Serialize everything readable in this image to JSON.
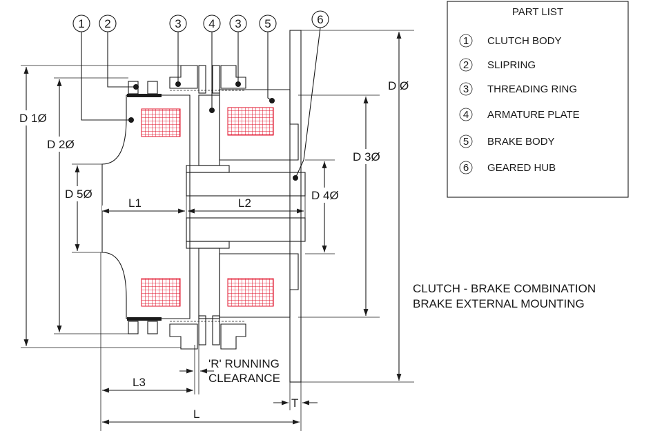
{
  "part_list": {
    "heading": "PART LIST",
    "items": [
      {
        "num": "1",
        "label": "CLUTCH BODY"
      },
      {
        "num": "2",
        "label": "SLIPRING"
      },
      {
        "num": "3",
        "label": "THREADING RING"
      },
      {
        "num": "4",
        "label": "ARMATURE PLATE"
      },
      {
        "num": "5",
        "label": "BRAKE BODY"
      },
      {
        "num": "6",
        "label": "GEARED HUB"
      }
    ]
  },
  "callouts": [
    "1",
    "2",
    "3",
    "4",
    "3",
    "5",
    "6"
  ],
  "dimensions": {
    "d": "D Ø",
    "d1": "D 1Ø",
    "d2": "D 2Ø",
    "d3": "D 3Ø",
    "d4": "D 4Ø",
    "d5": "D 5Ø",
    "l": "L",
    "l1": "L1",
    "l2": "L2",
    "l3": "L3",
    "t": "T"
  },
  "clearance_label": {
    "line1": "'R' RUNNING",
    "line2": "CLEARANCE"
  },
  "title": {
    "line1": "CLUTCH - BRAKE COMBINATION",
    "line2": "BRAKE EXTERNAL MOUNTING"
  },
  "colors": {
    "clutch_body": "#fff6b8",
    "clutch_hatch": "#e8c800",
    "coil": "#e0102a",
    "hub": "#1fa57a",
    "armature": "#2b3aa0",
    "brake_ring": "#e0102a",
    "slipring": "#22308f"
  }
}
